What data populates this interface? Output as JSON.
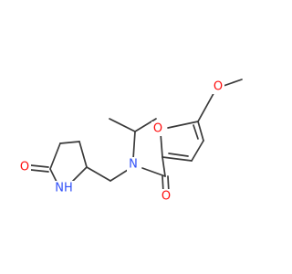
{
  "molecule": {
    "colors": {
      "bond": "#3a3a3a",
      "oxygen": "#ff0d0d",
      "nitrogen": "#3050f8"
    },
    "atom_labels": {
      "methoxy_o": "O",
      "furan_o": "O",
      "carbonyl_o": "O",
      "amide_n": "N",
      "lactam_o": "O",
      "lactam_nh": "NH"
    }
  }
}
